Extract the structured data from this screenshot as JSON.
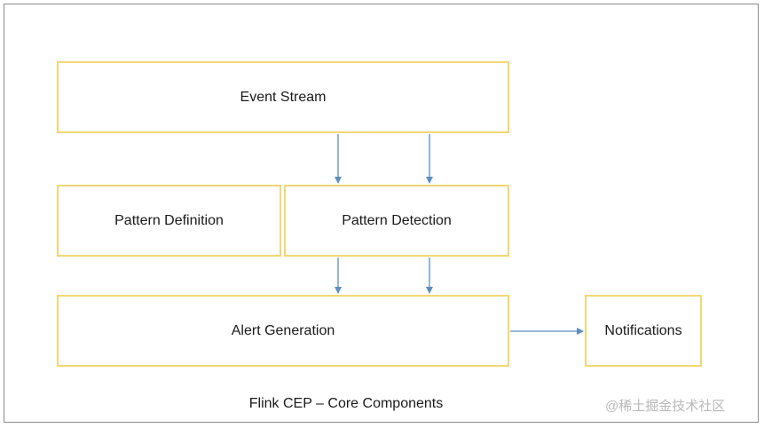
{
  "diagram": {
    "nodes": [
      {
        "id": "event",
        "label": "Event Stream"
      },
      {
        "id": "def",
        "label": "Pattern Definition"
      },
      {
        "id": "det",
        "label": "Pattern Detection"
      },
      {
        "id": "alert",
        "label": "Alert Generation"
      },
      {
        "id": "notif",
        "label": "Notifications"
      }
    ],
    "edges": [
      {
        "from": "event",
        "to": "det"
      },
      {
        "from": "event",
        "to": "det"
      },
      {
        "from": "det",
        "to": "alert"
      },
      {
        "from": "det",
        "to": "alert"
      },
      {
        "from": "alert",
        "to": "notif"
      }
    ],
    "caption": "Flink CEP – Core Components",
    "colors": {
      "box_border": "#f2d774",
      "arrow": "#5b8fc0"
    }
  },
  "watermark": "@稀土掘金技术社区"
}
